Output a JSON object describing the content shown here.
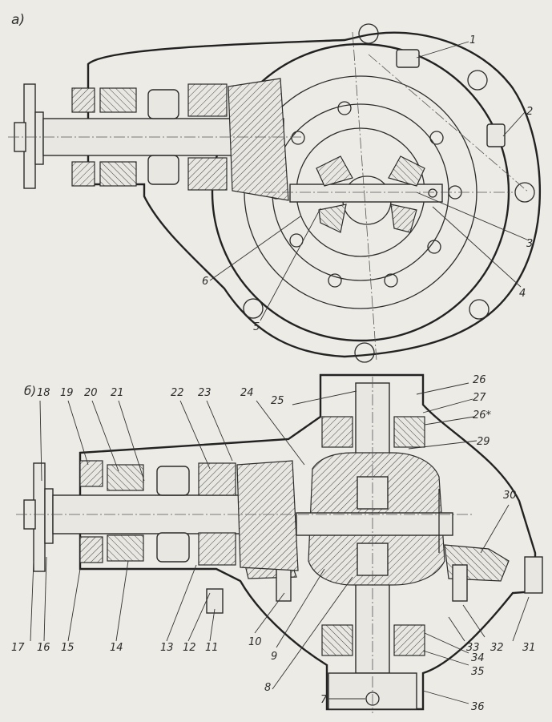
{
  "views": {
    "a": {
      "label": "а)"
    },
    "b": {
      "label": "б)"
    }
  },
  "callouts_a": [
    "1",
    "2",
    "3",
    "4",
    "5",
    "6"
  ],
  "callouts_b": [
    "7",
    "8",
    "9",
    "10",
    "11",
    "12",
    "13",
    "14",
    "15",
    "16",
    "17",
    "18",
    "19",
    "20",
    "21",
    "22",
    "23",
    "24",
    "25",
    "26",
    "27",
    "26*",
    "29",
    "30",
    "31",
    "32",
    "33",
    "34",
    "35",
    "36"
  ],
  "colors": {
    "paper": "#ecebe6",
    "ink": "#2b2b2b"
  }
}
